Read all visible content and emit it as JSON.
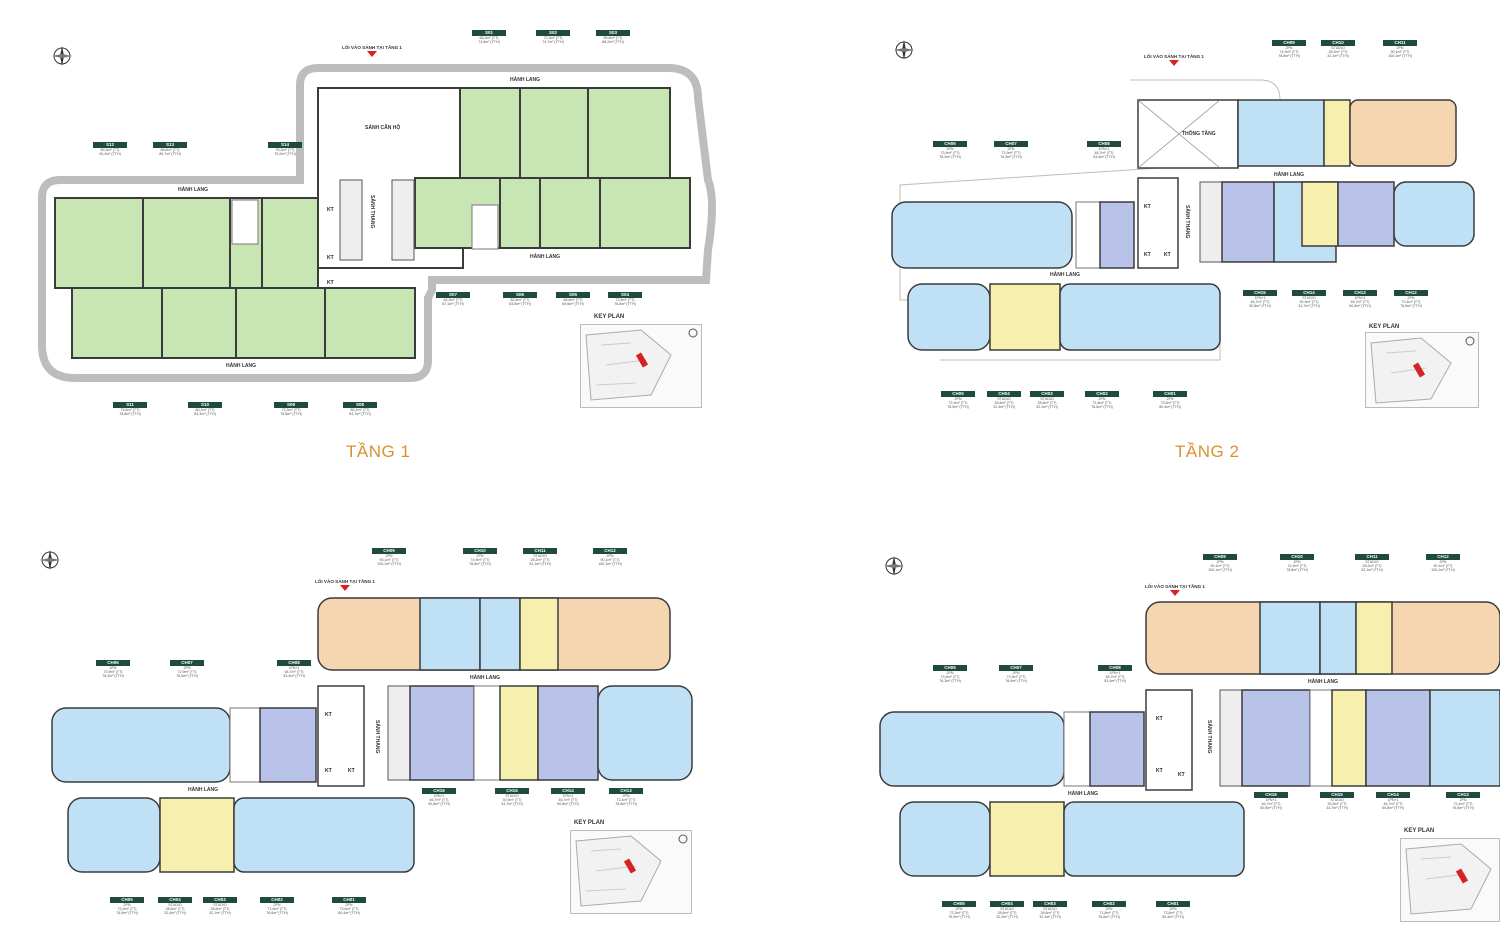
{
  "colors": {
    "shop": "#c8e6b4",
    "unit_blue": "#bfe0f5",
    "unit_violet": "#b9c3ea",
    "unit_yellow": "#f6efad",
    "unit_peach": "#f6d6b0",
    "wall": "#3b3b3b",
    "title": "#d8922f",
    "tag_bg": "#1f4a40",
    "marker": "#d62222"
  },
  "common": {
    "corridor": "HÀNH LANG",
    "elevator_hall": "SẢNH THANG",
    "technical": "KT",
    "key_plan": "KEY PLAN",
    "entrance": "LỐI VÀO SẢNH TẠI TẦNG 1"
  },
  "floor1": {
    "title": "TẦNG 1",
    "apartment_lobby": "SẢNH CĂN HỘ",
    "tags": [
      {
        "code": "S01",
        "l1": "68,3m² (TT)",
        "l2": "73,6m² (TTH)"
      },
      {
        "code": "S02",
        "l1": "72,3m² (TT)",
        "l2": "74,7m² (TTH)"
      },
      {
        "code": "S03",
        "l1": "85,6m² (TT)",
        "l2": "88,2m² (TTH)"
      },
      {
        "code": "S12",
        "l1": "89,3m² (TT)",
        "l2": "90,4m² (TTH)"
      },
      {
        "code": "S13",
        "l1": "88,6m² (TT)",
        "l2": "89,7m² (TTH)"
      },
      {
        "code": "S14",
        "l1": "76,3m² (TT)",
        "l2": "79,2m² (TTH)"
      },
      {
        "code": "S07",
        "l1": "62,3m² (TT)",
        "l2": "67,1m² (TTH)"
      },
      {
        "code": "S06",
        "l1": "82,6m² (TT)",
        "l2": "83,8m² (TTH)"
      },
      {
        "code": "S05",
        "l1": "66,6m² (TT)",
        "l2": "69,6m² (TTH)"
      },
      {
        "code": "S04",
        "l1": "73,9m² (TT)",
        "l2": "76,8m² (TTH)"
      },
      {
        "code": "S11",
        "l1": "75,6m² (TT)",
        "l2": "78,8m² (TTH)"
      },
      {
        "code": "S10",
        "l1": "80,1m² (TT)",
        "l2": "83,3m² (TTH)"
      },
      {
        "code": "S09",
        "l1": "73,3m² (TT)",
        "l2": "76,8m² (TTH)"
      },
      {
        "code": "S08",
        "l1": "80,1m² (TT)",
        "l2": "84,7m² (TTH)"
      }
    ]
  },
  "floor2": {
    "title": "TẦNG 2",
    "void": "THÔNG TẦNG",
    "tags": [
      {
        "code": "CH09",
        "l1": "2PN",
        "l2": "74,9m² (TT)",
        "l3": "78,8m² (TTH)"
      },
      {
        "code": "CH10",
        "l1": "STUDIO",
        "l2": "28,2m² (TT)",
        "l3": "32,1m² (TTH)"
      },
      {
        "code": "CH11",
        "l1": "2PN",
        "l2": "90,1m² (TT)",
        "l3": "100,1m² (TTH)"
      },
      {
        "code": "CH06",
        "l1": "2PN",
        "l2": "73,9m² (TT)",
        "l3": "78,3m² (TTH)"
      },
      {
        "code": "CH07",
        "l1": "2PN",
        "l2": "72,9m² (TT)",
        "l3": "76,9m² (TTH)"
      },
      {
        "code": "CH08",
        "l1": "1PN+1",
        "l2": "48,7m² (TT)",
        "l3": "53,4m² (TTH)"
      },
      {
        "code": "CH15",
        "l1": "1PN+1",
        "l2": "46,7m² (TT)",
        "l3": "50,8m² (TTH)"
      },
      {
        "code": "CH14",
        "l1": "STUDIO",
        "l2": "30,9m² (TT)",
        "l3": "34,7m² (TTH)"
      },
      {
        "code": "CH13",
        "l1": "1PN+1",
        "l2": "46,7m² (TT)",
        "l3": "50,8m² (TTH)"
      },
      {
        "code": "CH12",
        "l1": "2PN",
        "l2": "72,4m² (TT)",
        "l3": "76,8m² (TTH)"
      },
      {
        "code": "CH05",
        "l1": "2PN",
        "l2": "72,3m² (TT)",
        "l3": "76,9m² (TTH)"
      },
      {
        "code": "CH04",
        "l1": "STUDIO",
        "l2": "28,6m² (TT)",
        "l3": "32,4m² (TTH)"
      },
      {
        "code": "CH03",
        "l1": "STUDIO",
        "l2": "28,6m² (TT)",
        "l3": "32,1m² (TTH)"
      },
      {
        "code": "CH02",
        "l1": "2PN",
        "l2": "71,8m² (TT)",
        "l3": "76,6m² (TTH)"
      },
      {
        "code": "CH01",
        "l1": "2PN",
        "l2": "73,6m² (TT)",
        "l3": "80,4m² (TTH)"
      }
    ]
  },
  "floor3": {
    "tags": [
      {
        "code": "CH09",
        "l1": "2PN",
        "l2": "90,1m² (TT)",
        "l3": "100,1m² (TTH)"
      },
      {
        "code": "CH10",
        "l1": "2PN",
        "l2": "74,9m² (TT)",
        "l3": "78,8m² (TTH)"
      },
      {
        "code": "CH11",
        "l1": "STUDIO",
        "l2": "28,2m² (TT)",
        "l3": "32,1m² (TTH)"
      },
      {
        "code": "CH12",
        "l1": "2PN",
        "l2": "90,1m² (TT)",
        "l3": "100,1m² (TTH)"
      },
      {
        "code": "CH06",
        "l1": "2PN",
        "l2": "73,9m² (TT)",
        "l3": "78,3m² (TTH)"
      },
      {
        "code": "CH07",
        "l1": "2PN",
        "l2": "72,9m² (TT)",
        "l3": "76,9m² (TTH)"
      },
      {
        "code": "CH08",
        "l1": "1PN+1",
        "l2": "48,7m² (TT)",
        "l3": "53,4m² (TTH)"
      },
      {
        "code": "CH16",
        "l1": "1PN+1",
        "l2": "46,7m² (TT)",
        "l3": "50,8m² (TTH)"
      },
      {
        "code": "CH15",
        "l1": "STUDIO",
        "l2": "30,9m² (TT)",
        "l3": "34,7m² (TTH)"
      },
      {
        "code": "CH14",
        "l1": "1PN+1",
        "l2": "46,7m² (TT)",
        "l3": "50,8m² (TTH)"
      },
      {
        "code": "CH13",
        "l1": "2PN",
        "l2": "72,4m² (TT)",
        "l3": "76,8m² (TTH)"
      },
      {
        "code": "CH05",
        "l1": "2PN",
        "l2": "72,3m² (TT)",
        "l3": "76,9m² (TTH)"
      },
      {
        "code": "CH04",
        "l1": "STUDIO",
        "l2": "28,6m² (TT)",
        "l3": "32,4m² (TTH)"
      },
      {
        "code": "CH03",
        "l1": "STUDIO",
        "l2": "28,6m² (TT)",
        "l3": "32,1m² (TTH)"
      },
      {
        "code": "CH02",
        "l1": "2PN",
        "l2": "71,8m² (TT)",
        "l3": "76,6m² (TTH)"
      },
      {
        "code": "CH01",
        "l1": "2PN",
        "l2": "73,6m² (TT)",
        "l3": "80,4m² (TTH)"
      }
    ]
  },
  "floor4": {
    "tags": [
      {
        "code": "CH09",
        "l1": "2PN",
        "l2": "90,1m² (TT)",
        "l3": "100,1m² (TTH)"
      },
      {
        "code": "CH10",
        "l1": "2PN",
        "l2": "74,9m² (TT)",
        "l3": "78,8m² (TTH)"
      },
      {
        "code": "CH11",
        "l1": "STUDIO",
        "l2": "28,2m² (TT)",
        "l3": "32,1m² (TTH)"
      },
      {
        "code": "CH12",
        "l1": "2PN",
        "l2": "90,1m² (TT)",
        "l3": "100,1m² (TTH)"
      },
      {
        "code": "CH06",
        "l1": "2PN",
        "l2": "73,9m² (TT)",
        "l3": "78,3m² (TTH)"
      },
      {
        "code": "CH07",
        "l1": "2PN",
        "l2": "72,9m² (TT)",
        "l3": "76,9m² (TTH)"
      },
      {
        "code": "CH08",
        "l1": "1PN+1",
        "l2": "48,7m² (TT)",
        "l3": "53,4m² (TTH)"
      },
      {
        "code": "CH16",
        "l1": "1PN+1",
        "l2": "46,7m² (TT)",
        "l3": "50,8m² (TTH)"
      },
      {
        "code": "CH15",
        "l1": "STUDIO",
        "l2": "30,9m² (TT)",
        "l3": "34,7m² (TTH)"
      },
      {
        "code": "CH14",
        "l1": "1PN+1",
        "l2": "46,7m² (TT)",
        "l3": "50,8m² (TTH)"
      },
      {
        "code": "CH13",
        "l1": "2PN",
        "l2": "72,4m² (TT)",
        "l3": "76,8m² (TTH)"
      },
      {
        "code": "CH05",
        "l1": "2PN",
        "l2": "72,3m² (TT)",
        "l3": "76,9m² (TTH)"
      },
      {
        "code": "CH04",
        "l1": "STUDIO",
        "l2": "28,6m² (TT)",
        "l3": "32,4m² (TTH)"
      },
      {
        "code": "CH03",
        "l1": "STUDIO",
        "l2": "28,6m² (TT)",
        "l3": "32,1m² (TTH)"
      },
      {
        "code": "CH02",
        "l1": "2PN",
        "l2": "71,8m² (TT)",
        "l3": "76,6m² (TTH)"
      },
      {
        "code": "CH01",
        "l1": "2PN",
        "l2": "73,6m² (TT)",
        "l3": "80,4m² (TTH)"
      }
    ]
  }
}
